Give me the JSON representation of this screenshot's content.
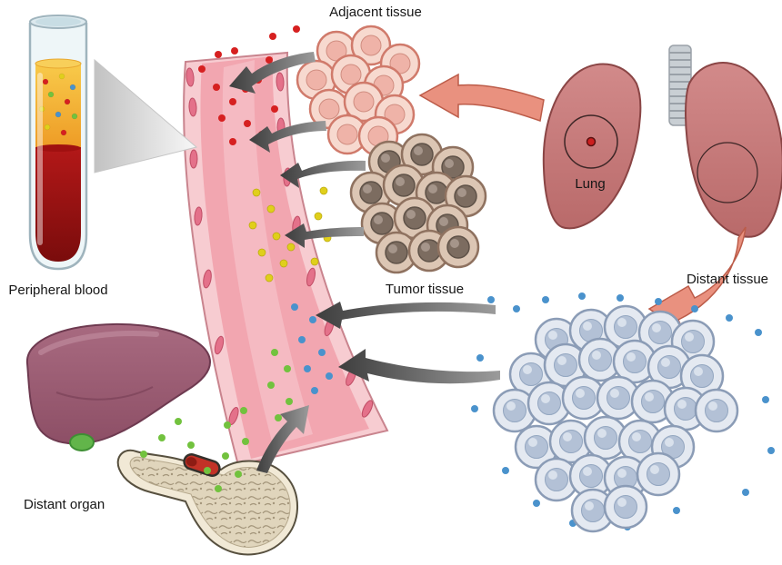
{
  "figure": {
    "type": "medical-diagram",
    "background": "#ffffff",
    "labels": {
      "adjacent_tissue": "Adjacent tissue",
      "tumor_tissue": "Tumor tissue",
      "lung": "Lung",
      "distant_tissue": "Distant tissue",
      "peripheral_blood": "Peripheral blood",
      "distant_organ": "Distant organ"
    },
    "markers": {
      "adjacent_tissue_dot": "#d62020",
      "tumor_tissue_dot": "#e0cf1b",
      "distant_tissue_dot": "#4a92cc",
      "distant_organ_dot": "#72c23e"
    }
  }
}
